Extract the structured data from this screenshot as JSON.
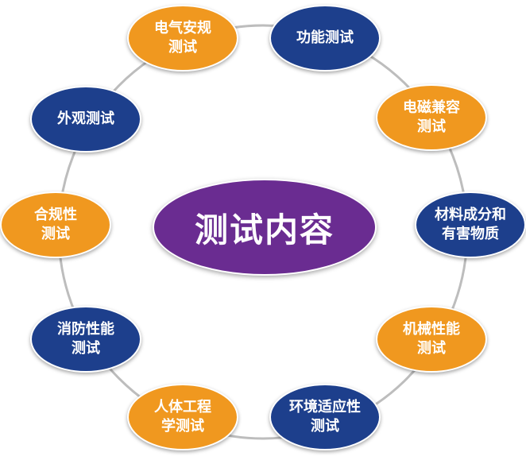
{
  "center_label": "测试内容",
  "colors": {
    "orange": "#F0981F",
    "blue": "#1D3F8C",
    "purple": "#6A2C91",
    "ring": "#BDBDBD"
  },
  "nodes": [
    {
      "label": [
        "电气安规",
        "测试"
      ],
      "color": "orange"
    },
    {
      "label": [
        "功能测试"
      ],
      "color": "blue"
    },
    {
      "label": [
        "电磁兼容",
        "测试"
      ],
      "color": "orange"
    },
    {
      "label": [
        "材料成分和",
        "有害物质"
      ],
      "color": "blue"
    },
    {
      "label": [
        "机械性能",
        "测试"
      ],
      "color": "orange"
    },
    {
      "label": [
        "环境适应性",
        "测试"
      ],
      "color": "blue"
    },
    {
      "label": [
        "人体工程",
        "学测试"
      ],
      "color": "orange"
    },
    {
      "label": [
        "消防性能",
        "测试"
      ],
      "color": "blue"
    },
    {
      "label": [
        "合规性",
        "测试"
      ],
      "color": "orange"
    },
    {
      "label": [
        "外观测试"
      ],
      "color": "blue"
    }
  ]
}
